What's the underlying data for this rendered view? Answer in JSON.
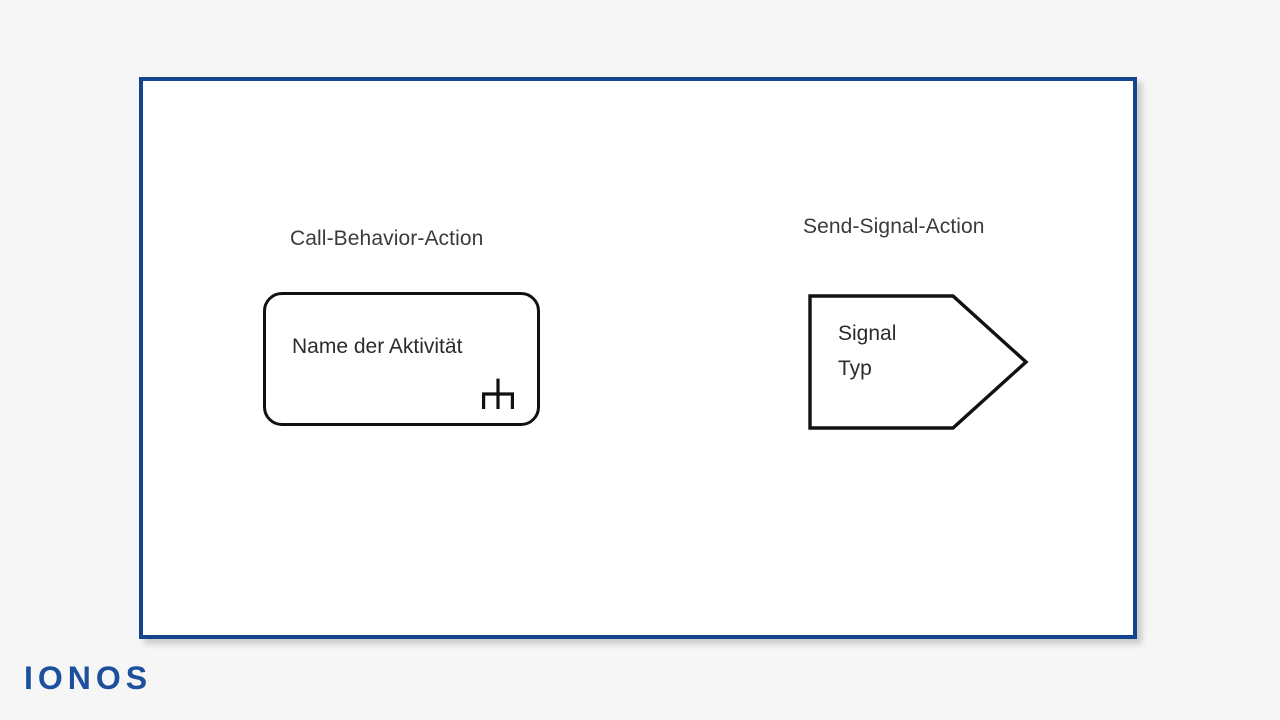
{
  "page": {
    "background_color": "#f6f6f6",
    "frame_border_color": "#14458c",
    "frame_background": "#ffffff",
    "stroke_color": "#111111"
  },
  "brand": {
    "name": "IONOS",
    "color": "#1c4f9c"
  },
  "diagram": {
    "type": "uml-activity-notation",
    "nodes": [
      {
        "id": "call-behavior-action",
        "caption": "Call-Behavior-Action",
        "shape": "rounded-rectangle",
        "label": "Name der Aktivität",
        "icon": "rake-icon"
      },
      {
        "id": "send-signal-action",
        "caption": "Send-Signal-Action",
        "shape": "pentagon-arrow-right",
        "label_lines": [
          "Signal",
          "Typ"
        ]
      }
    ]
  }
}
